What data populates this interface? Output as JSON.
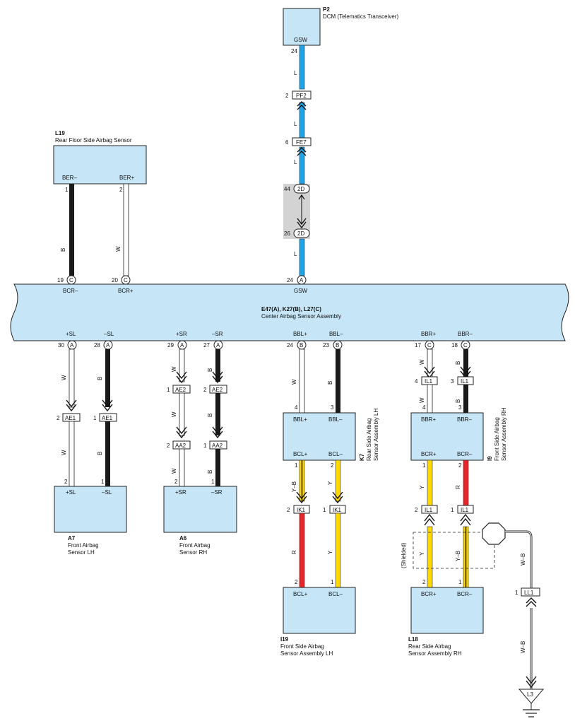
{
  "dcm": {
    "code": "P2",
    "name": "DCM (Telematics Transceiver)",
    "pin_label": "GSW",
    "pin": "24",
    "wire_color": "L"
  },
  "path_top": {
    "pin_pf2": "2",
    "conn_pf2": "PF2",
    "pin_fe7": "6",
    "conn_fe7": "FE7",
    "pin_2d_top": "44",
    "conn_2d": "2D",
    "pin_2d_bottom": "26"
  },
  "rear_floor": {
    "code": "L19",
    "name": "Rear Floor Side Airbag Sensor",
    "pin_minus": "BER–",
    "pin_plus": "BER+",
    "pin_num_minus": "1",
    "pin_num_plus": "2",
    "wire_minus": "B",
    "wire_plus": "W"
  },
  "center": {
    "code": "E47(A), K27(B), L27(C)",
    "name": "Center Airbag Sensor Assembly",
    "top_pins": [
      {
        "num": "19",
        "conn": "C",
        "label": "BCR–"
      },
      {
        "num": "20",
        "conn": "C",
        "label": "BCR+"
      },
      {
        "num": "24",
        "conn": "A",
        "label": "GSW"
      }
    ],
    "bottom_pins": [
      {
        "num": "30",
        "conn": "A",
        "label": "+SL"
      },
      {
        "num": "28",
        "conn": "A",
        "label": "–SL"
      },
      {
        "num": "29",
        "conn": "A",
        "label": "+SR"
      },
      {
        "num": "27",
        "conn": "A",
        "label": "–SR"
      },
      {
        "num": "24",
        "conn": "B",
        "label": "BBL+"
      },
      {
        "num": "23",
        "conn": "B",
        "label": "BBL–"
      },
      {
        "num": "17",
        "conn": "C",
        "label": "BBR+"
      },
      {
        "num": "18",
        "conn": "C",
        "label": "BBR–"
      }
    ]
  },
  "connectors": {
    "ae1": "AE1",
    "ae2": "AE2",
    "aa2": "AA2",
    "ik1": "IK1",
    "il1": "IL1",
    "ll1": "LL1"
  },
  "a7": {
    "code": "A7",
    "name_l1": "Front Airbag",
    "name_l2": "Sensor LH",
    "pin_plus": "+SL",
    "pin_minus": "–SL"
  },
  "a6": {
    "code": "A6",
    "name_l1": "Front Airbag",
    "name_l2": "Sensor RH",
    "pin_plus": "+SR",
    "pin_minus": "–SR"
  },
  "k7": {
    "code": "K7",
    "name_l1": "Rear Side Airbag",
    "name_l2": "Sensor Assembly LH",
    "p1": "BBL+",
    "p2": "BBL–",
    "p3": "BCL+",
    "p4": "BCL–"
  },
  "i9": {
    "code": "I9",
    "name_l1": "Front Side Airbag",
    "name_l2": "Sensor Assembly RH",
    "p1": "BBR+",
    "p2": "BBR–",
    "p3": "BCR+",
    "p4": "BCR–"
  },
  "i19": {
    "code": "I19",
    "name_l1": "Front Side Airbag",
    "name_l2": "Sensor Assembly LH",
    "p1": "BCL+",
    "p2": "BCL–"
  },
  "l18": {
    "code": "L18",
    "name_l1": "Rear Side Airbag",
    "name_l2": "Sensor Assembly RH",
    "p1": "BCR+",
    "p2": "BCR–"
  },
  "ground": {
    "code": "L3",
    "wire": "W–B",
    "shielded": "(Shielded)"
  },
  "wire_colors": {
    "W": "W",
    "B": "B",
    "L": "L",
    "YB": "Y–B",
    "Y": "Y",
    "R": "R",
    "WB": "W–B"
  },
  "pins": {
    "n1": "1",
    "n2": "2",
    "n3": "3",
    "n4": "4"
  },
  "colors": {
    "box": "#c6e6f7",
    "blue": "#1ea3e6",
    "yellow": "#ffd800",
    "red": "#e8232a",
    "black": "#1a1a1a",
    "shade": "#d3d3d3"
  }
}
